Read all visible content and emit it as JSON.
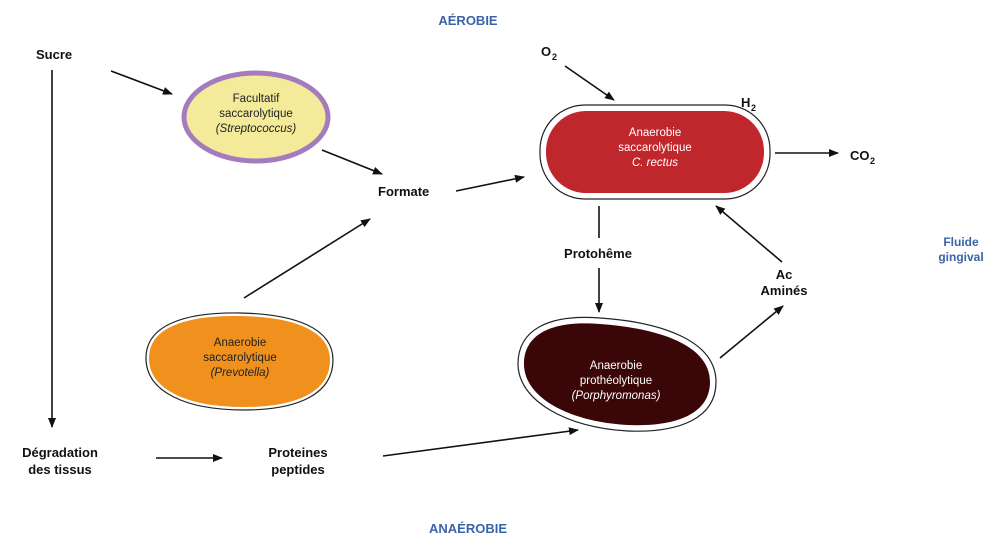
{
  "colors": {
    "region_label": "#3a64a8",
    "facultatif_fill": "#f3eb9a",
    "facultatif_ring": "#a47bbd",
    "prevotella_fill": "#f0901d",
    "rectus_fill": "#c0272d",
    "porphyromonas_fill": "#3a0608",
    "arrow": "#111111"
  },
  "regions": {
    "top": "AÉROBIE",
    "bottom": "ANAÉROBIE",
    "right_line1": "Fluide",
    "right_line2": "gingival"
  },
  "labels": {
    "sucre": "Sucre",
    "formate": "Formate",
    "o2": "O",
    "o2_sub": "2",
    "h2": "H",
    "h2_sub": "2",
    "co2": "CO",
    "co2_sub": "2",
    "protoheme": "Protohême",
    "ac_line1": "Ac",
    "ac_line2": "Aminés",
    "degradation_line1": "Dégradation",
    "degradation_line2": "des tissus",
    "proteines_line1": "Proteines",
    "proteines_line2": "peptides"
  },
  "nodes": {
    "facultatif": {
      "line1": "Facultatif",
      "line2": "saccarolytique",
      "line3": "(Streptococcus)"
    },
    "prevotella": {
      "line1": "Anaerobie",
      "line2": "saccarolytique",
      "line3": "(Prevotella)"
    },
    "rectus": {
      "line1": "Anaerobie",
      "line2": "saccarolytique",
      "line3": "C. rectus"
    },
    "porphyromonas": {
      "line1": "Anaerobie",
      "line2": "prothéolytique",
      "line3": "(Porphyromonas)"
    }
  }
}
